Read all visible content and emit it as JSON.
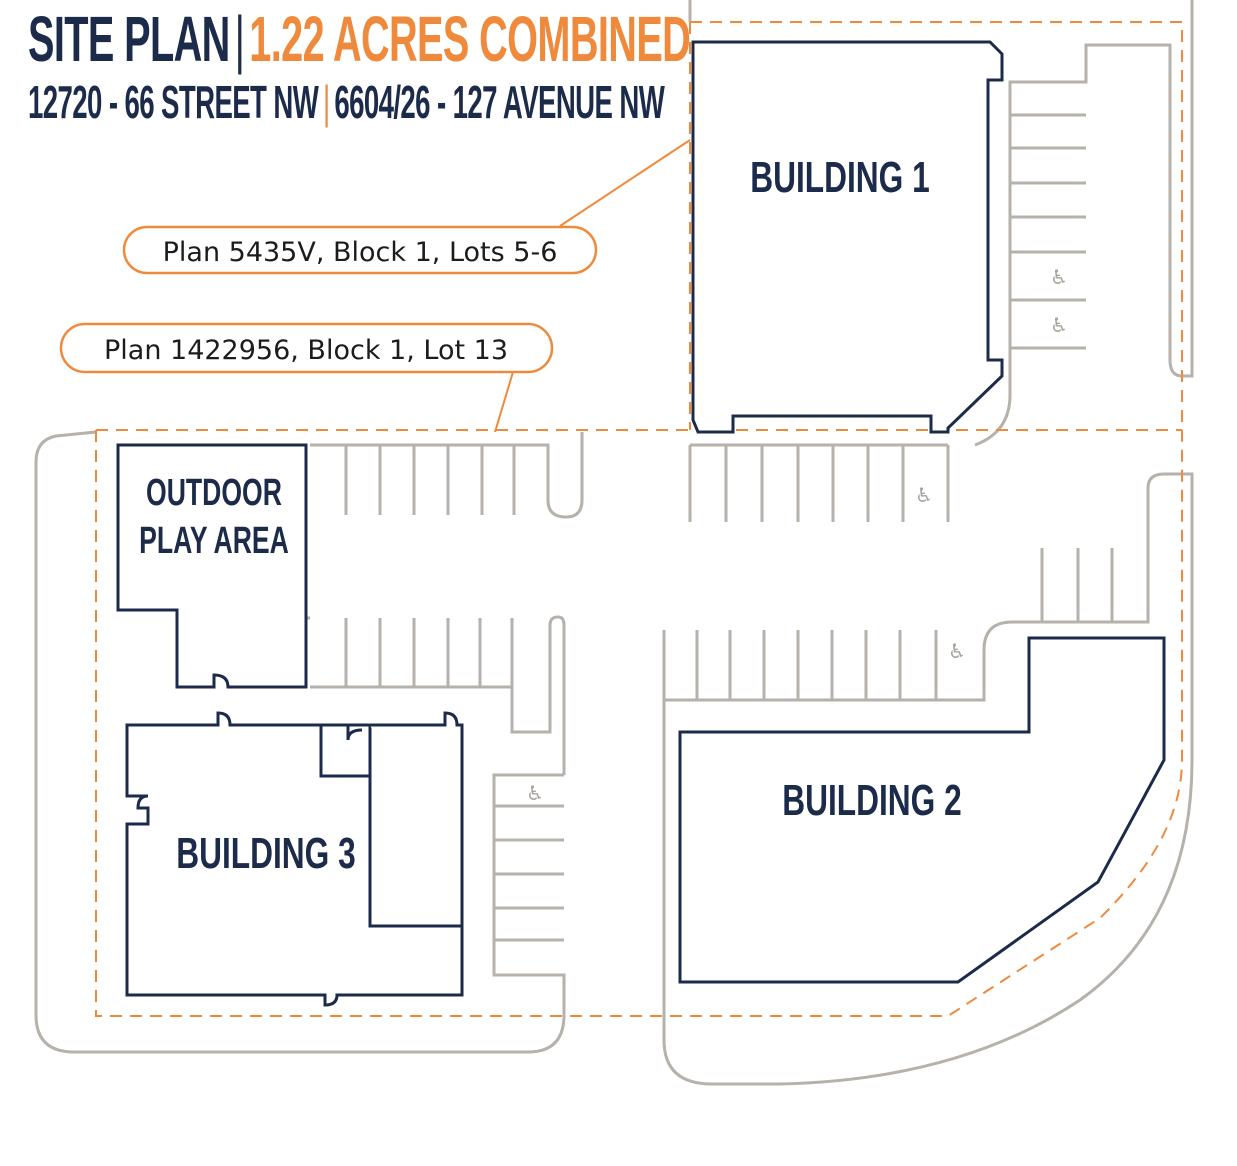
{
  "header": {
    "title_part1": "SITE PLAN",
    "title_part2": "1.22 ACRES COMBINED",
    "address_part1": "12720 - 66 STREET NW",
    "address_part2": "6604/26 - 127 AVENUE NW"
  },
  "lot_labels": [
    "Plan 5435V, Block 1, Lots 5-6",
    "Plan 1422956, Block 1, Lot 13"
  ],
  "buildings": {
    "building1": "BUILDING 1",
    "building2": "BUILDING 2",
    "building3": "BUILDING 3",
    "play_area_line1": "OUTDOOR",
    "play_area_line2": "PLAY AREA"
  },
  "colors": {
    "navy": "#1c2b4a",
    "orange": "#ef8a3c",
    "gray": "#b6b1aa"
  },
  "icons": [
    "accessible-parking-icon"
  ]
}
